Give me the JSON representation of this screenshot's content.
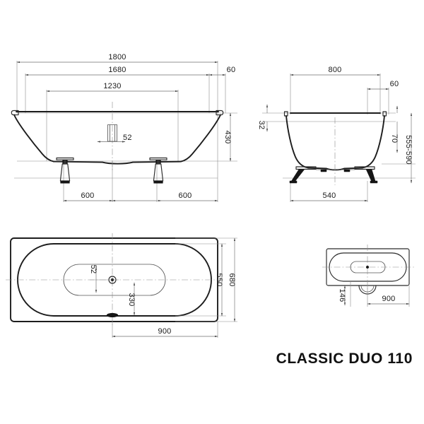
{
  "document": {
    "product_title": "CLASSIC DUO 110",
    "drawing_type": "technical-dimension-drawing",
    "units": "mm",
    "background_color": "#ffffff",
    "line_color": "#1d1d1d",
    "dimension_color": "#6f6f6f"
  },
  "views": {
    "front_elevation": {
      "name": "front-elevation-view",
      "dimensions": {
        "overall_length": "1800",
        "rim_inner_length": "1680",
        "bottom_length": "1230",
        "rim_offset": "60",
        "height": "430",
        "drain_width": "52",
        "foot_spacing_left": "600",
        "foot_spacing_right": "600"
      }
    },
    "side_section": {
      "name": "side-section-view",
      "dimensions": {
        "overall_width": "800",
        "rim_offset": "60",
        "rim_thickness": "32",
        "foot_height": "70",
        "total_height_range": "555-590",
        "foot_spacing": "540"
      }
    },
    "top_plan": {
      "name": "top-plan-view",
      "dimensions": {
        "inner_width": "550",
        "overall_width": "680",
        "drain_offset_vertical": "52",
        "overflow_offset": "330",
        "drain_offset_horizontal": "900"
      }
    },
    "end_plan": {
      "name": "end-plan-view",
      "dimensions": {
        "waste_offset": "146",
        "centre_offset": "900"
      }
    }
  },
  "dimension_labels": {
    "d1800": "1800",
    "d1680": "1680",
    "d1230": "1230",
    "d60a": "60",
    "d430": "430",
    "d52a": "52",
    "d600a": "600",
    "d600b": "600",
    "d800": "800",
    "d60b": "60",
    "d32": "32",
    "d70": "70",
    "d555590": "555-590",
    "d540": "540",
    "d550": "550",
    "d680": "680",
    "d52b": "52",
    "d330": "330",
    "d900a": "900",
    "d146": "146",
    "d900b": "900"
  }
}
